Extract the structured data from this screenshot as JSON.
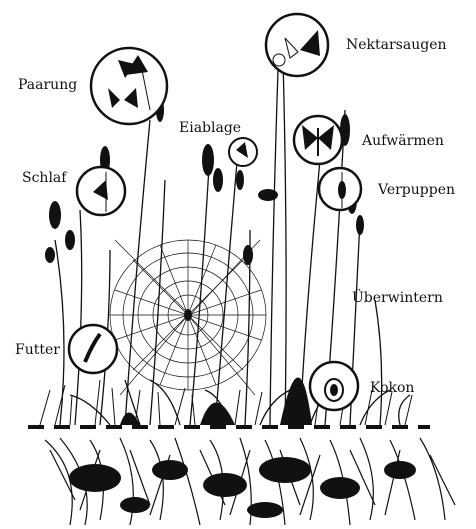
{
  "labels": {
    "nektarsaugen": "Nektarsaugen",
    "paarung": "Paarung",
    "eiablage": "Eiablage",
    "aufwaermen": "Aufwärmen",
    "schlaf": "Schlaf",
    "verpuppen": "Verpuppen",
    "ueberwintern": "Überwintern",
    "futter": "Futter",
    "kokon": "Kokon"
  },
  "icons": {
    "nektarsaugen": "butterfly-on-flower-icon",
    "paarung": "mating-butterflies-icon",
    "eiablage": "egg-laying-icon",
    "aufwaermen": "basking-butterfly-icon",
    "schlaf": "sleeping-butterfly-icon",
    "verpuppen": "pupa-icon",
    "futter": "caterpillar-icon",
    "kokon": "cocoon-icon"
  },
  "colors": {
    "ink": "#111111",
    "background": "#ffffff"
  }
}
